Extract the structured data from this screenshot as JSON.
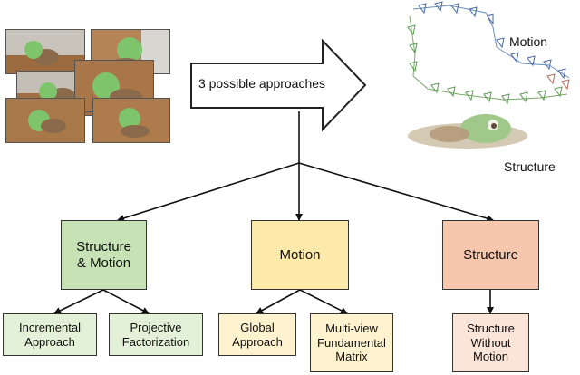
{
  "arrow_label": "3 possible approaches",
  "labels": {
    "motion": "Motion",
    "structure": "Structure"
  },
  "nodes": {
    "structure_motion": "Structure\n& Motion",
    "motion": "Motion",
    "structure": "Structure"
  },
  "leaves": {
    "incremental": "Incremental\nApproach",
    "projective": "Projective\nFactorization",
    "global": "Global\nApproach",
    "multiview": "Multi-view\nFundamental\nMatrix",
    "without_motion": "Structure\nWithout\nMotion"
  },
  "colors": {
    "green": "#c7e3b6",
    "yellow": "#fde9a9",
    "salmon": "#f6c6ad"
  }
}
